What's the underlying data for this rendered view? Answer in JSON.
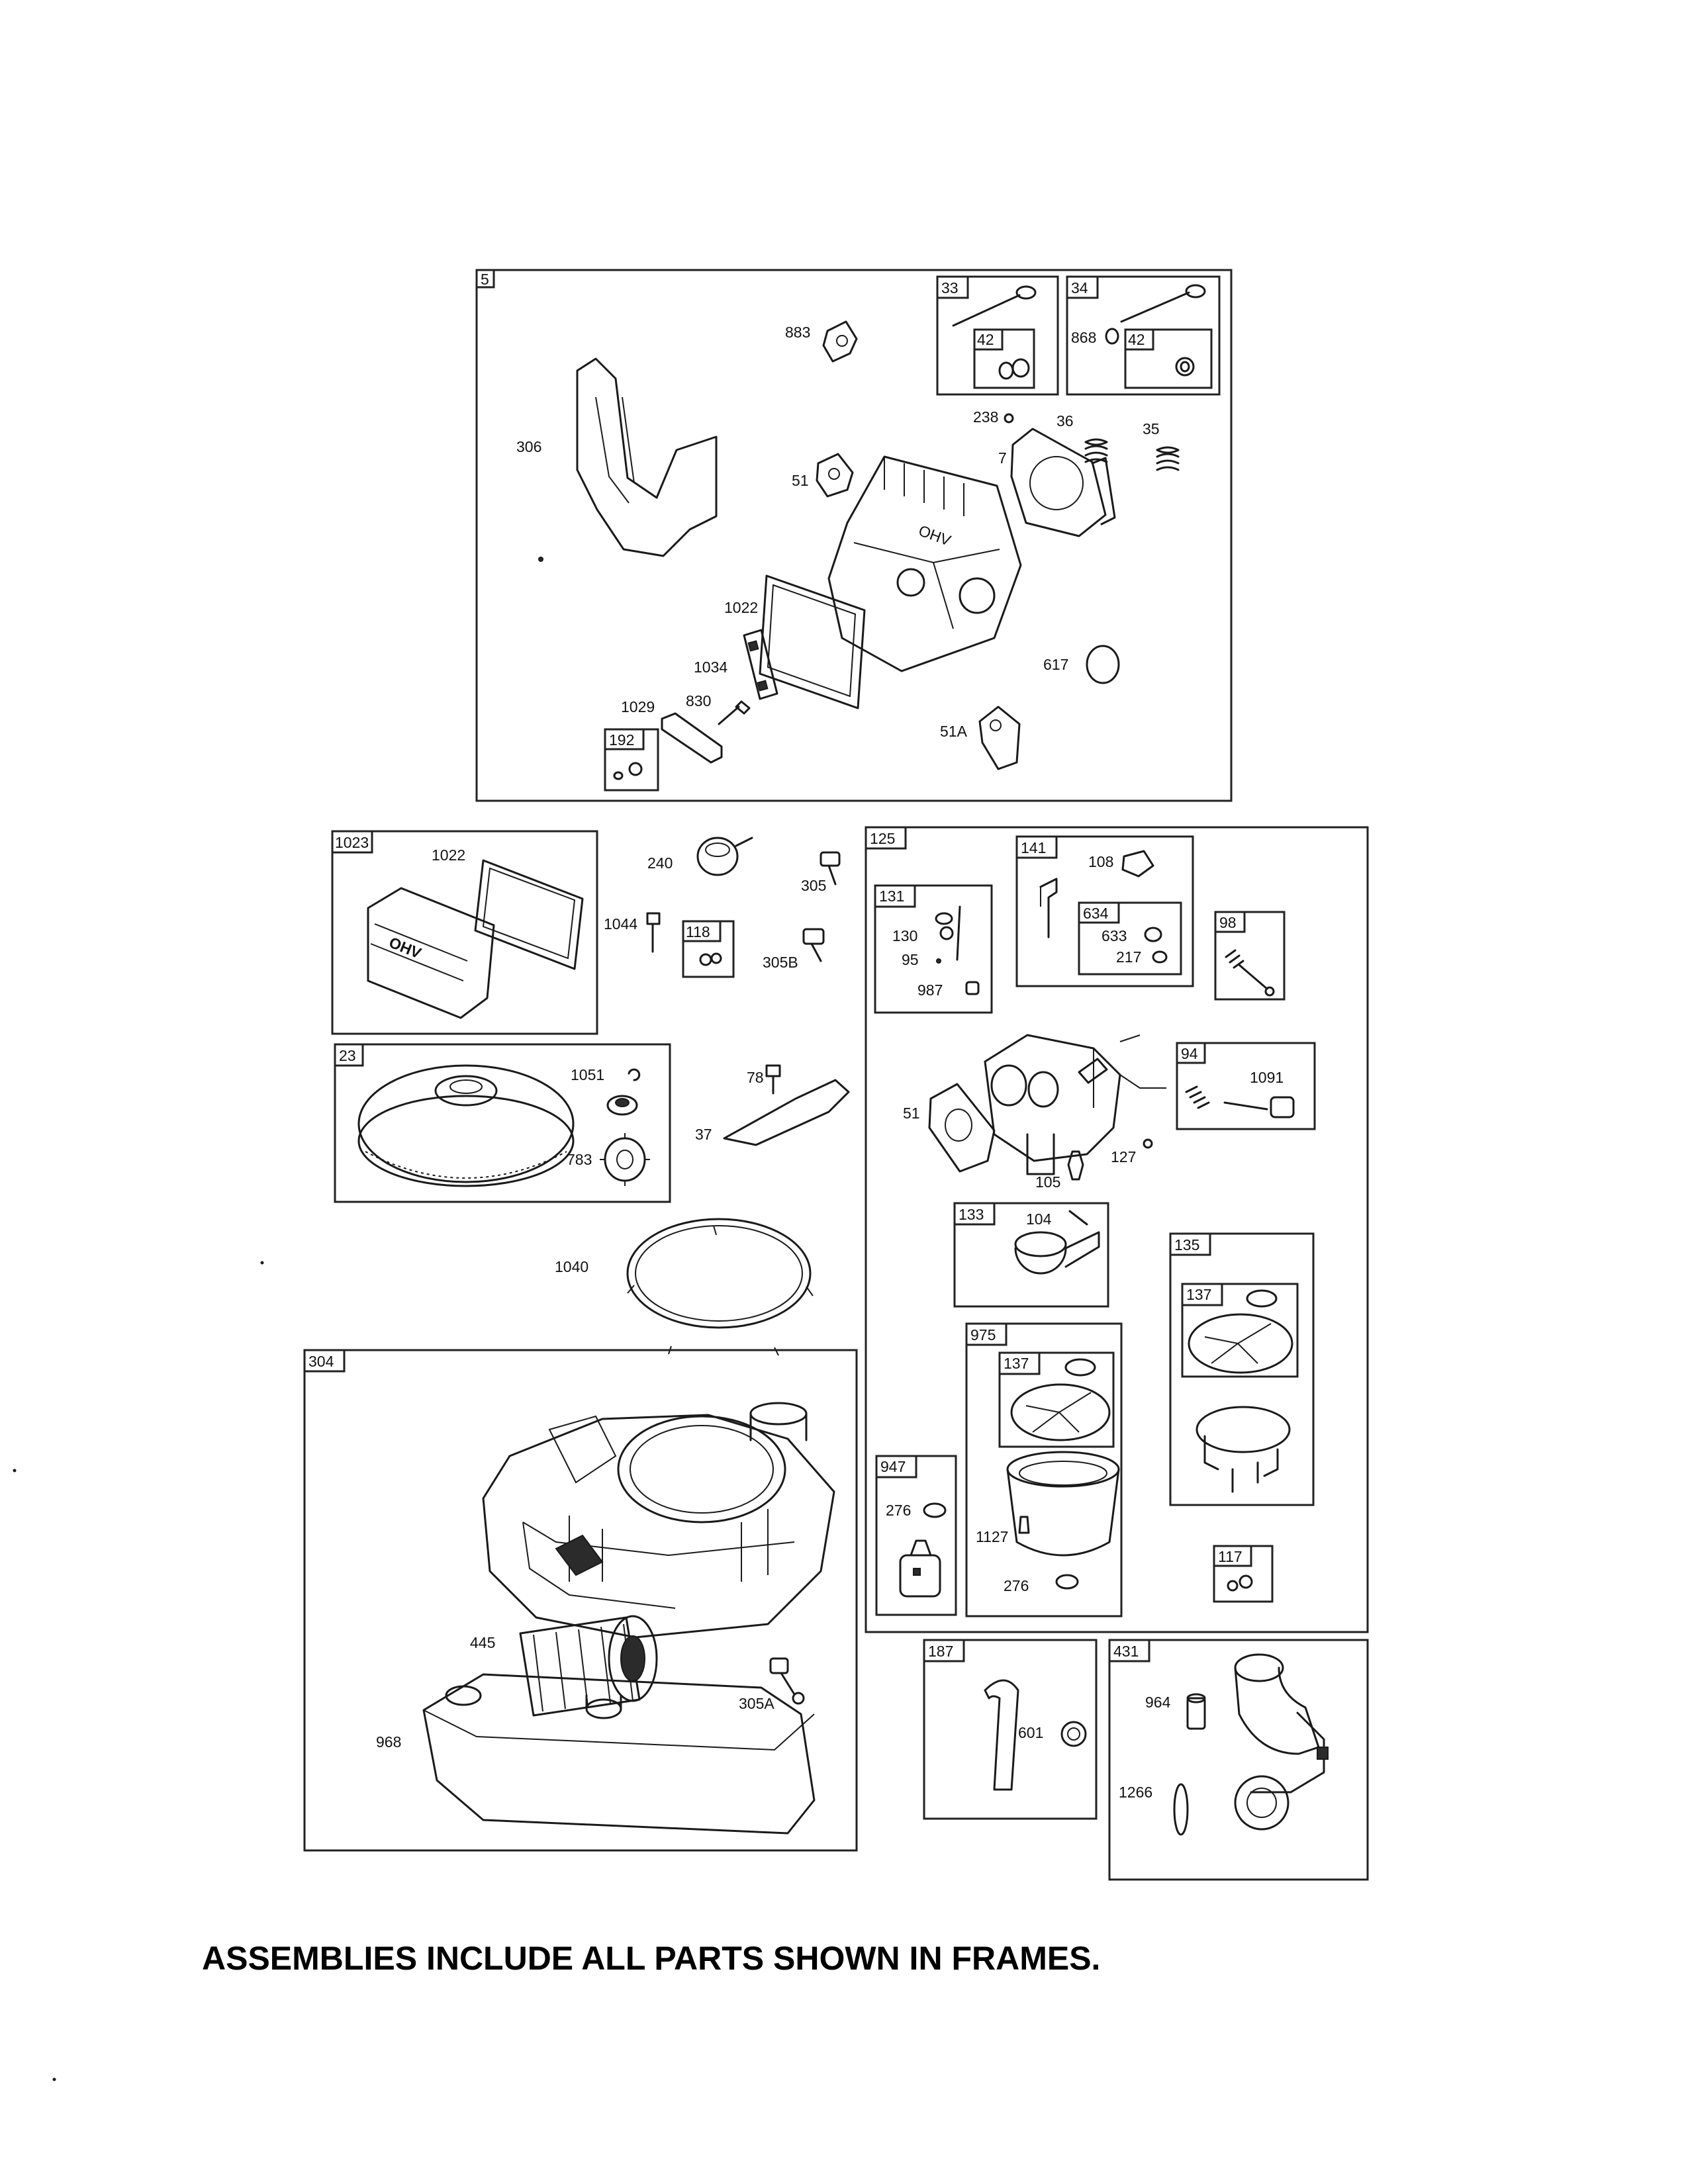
{
  "footer": {
    "note": "ASSEMBLIES INCLUDE ALL PARTS SHOWN IN FRAMES."
  },
  "frames": {
    "f5": "5",
    "f33": "33",
    "f34": "34",
    "f42a": "42",
    "f42b": "42",
    "f192": "192",
    "f1023": "1023",
    "f118": "118",
    "f23": "23",
    "f304": "304",
    "f125": "125",
    "f131": "131",
    "f141": "141",
    "f634": "634",
    "f98": "98",
    "f94": "94",
    "f133": "133",
    "f135": "135",
    "f137a": "137",
    "f975": "975",
    "f137b": "137",
    "f947": "947",
    "f117": "117",
    "f187": "187",
    "f431": "431"
  },
  "parts": {
    "p883": "883",
    "p868": "868",
    "p238": "238",
    "p36": "36",
    "p35": "35",
    "p7": "7",
    "p306": "306",
    "p51a": "51",
    "p1022a": "1022",
    "p1034": "1034",
    "p830": "830",
    "p1029": "1029",
    "p617": "617",
    "p51A": "51A",
    "p1022b": "1022",
    "p1044": "1044",
    "p240": "240",
    "p305": "305",
    "p305B": "305B",
    "p1051": "1051",
    "p783": "783",
    "p78": "78",
    "p37": "37",
    "p1040": "1040",
    "p445": "445",
    "p305A": "305A",
    "p968": "968",
    "p108": "108",
    "p130": "130",
    "p95": "95",
    "p987": "987",
    "p633": "633",
    "p217": "217",
    "p1091": "1091",
    "p51b": "51",
    "p127": "127",
    "p105": "105",
    "p104": "104",
    "p276a": "276",
    "p1127": "1127",
    "p276b": "276",
    "p601": "601",
    "p964": "964",
    "p1266": "1266"
  },
  "logo": {
    "cover_text": "OHV",
    "head_text": "OHV"
  }
}
